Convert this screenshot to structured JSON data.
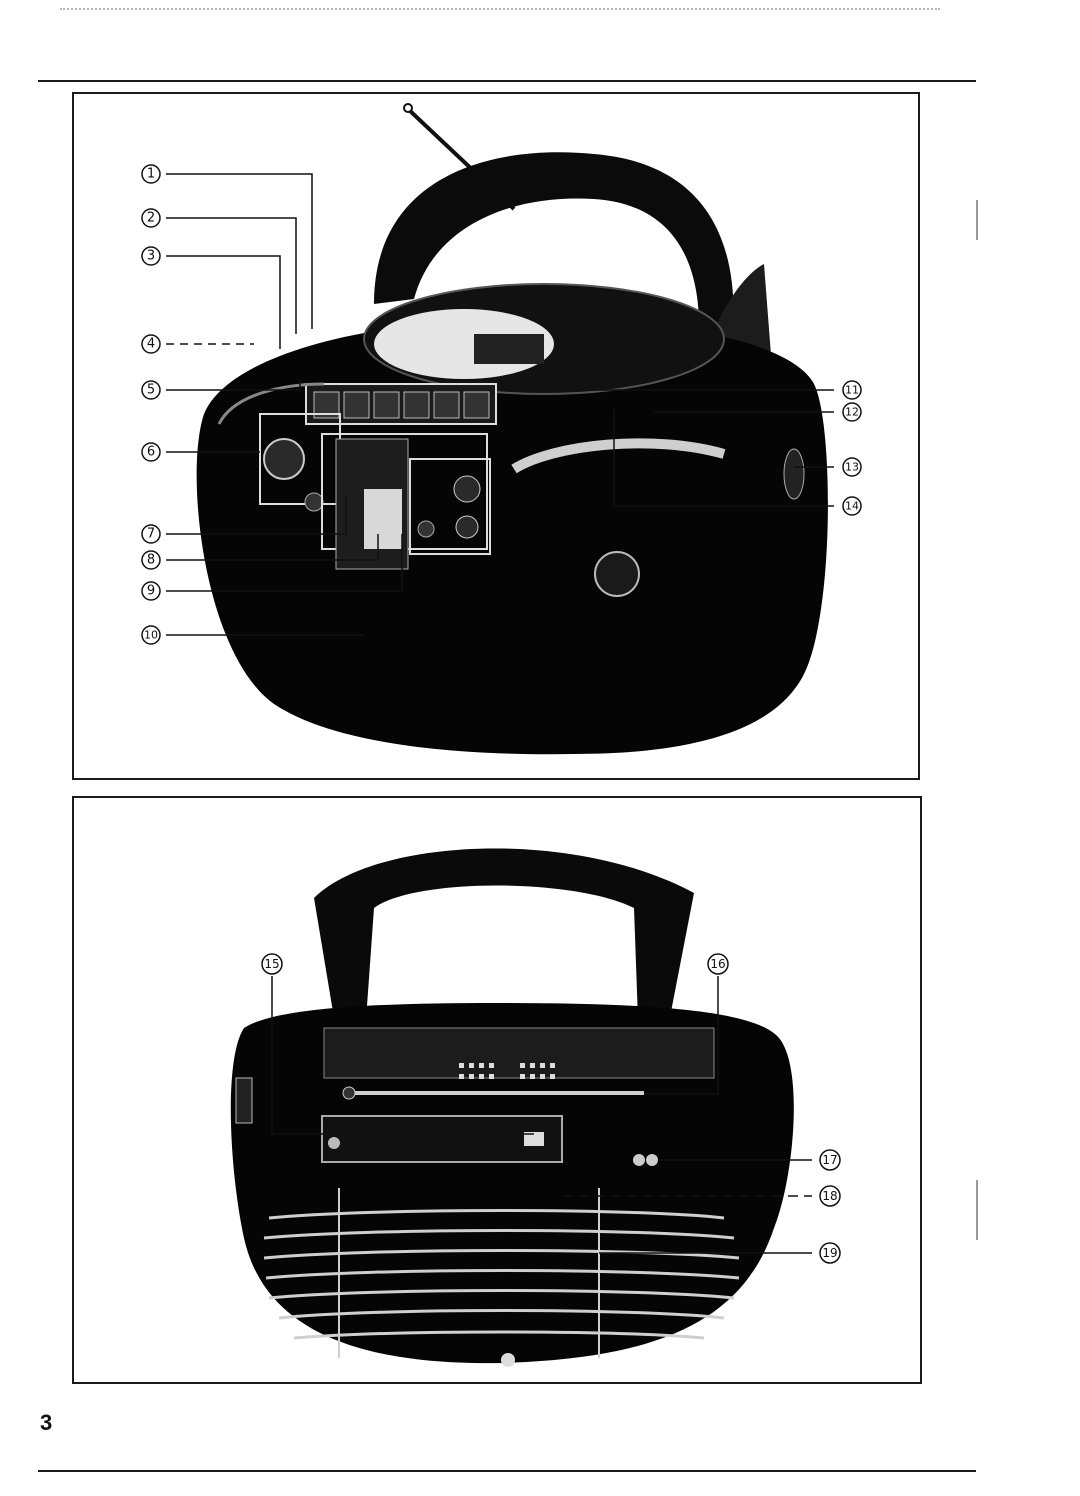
{
  "figure_front": {
    "callouts": [
      "1",
      "2",
      "3",
      "4",
      "5",
      "6",
      "7",
      "8",
      "9",
      "10",
      "11",
      "12",
      "13",
      "14"
    ]
  },
  "figure_back": {
    "callouts": [
      "15",
      "16",
      "17",
      "18",
      "19"
    ]
  },
  "page_number": "3"
}
